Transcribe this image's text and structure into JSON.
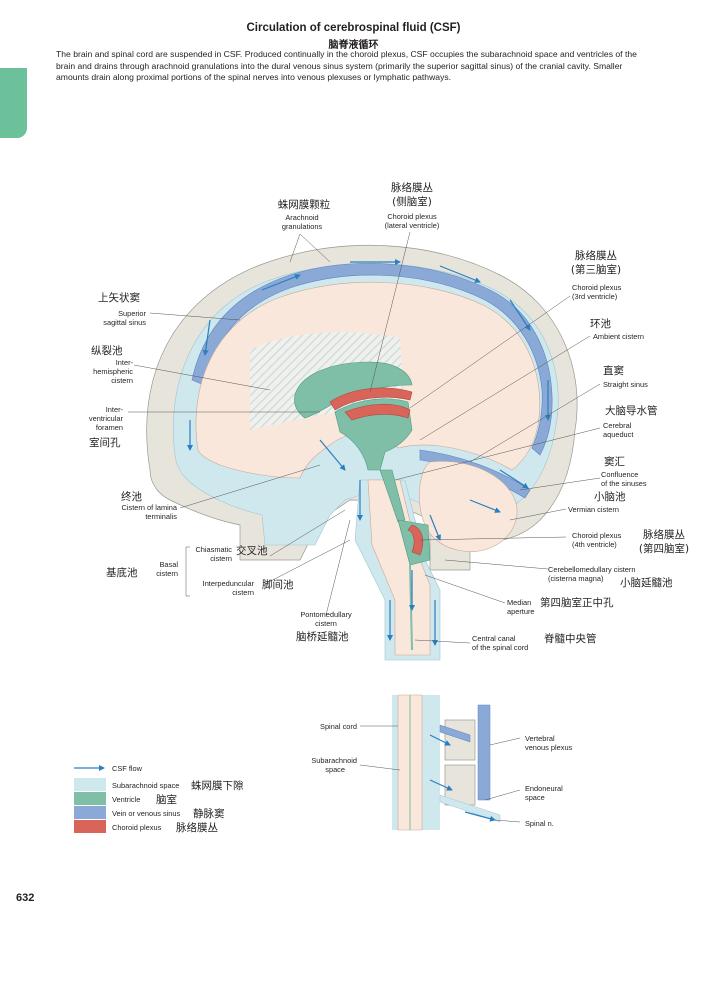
{
  "header": {
    "title": "Circulation of cerebrospinal fluid (CSF)",
    "title_cn": "脑脊液循环",
    "intro": "The brain and spinal cord are suspended in CSF. Produced continually in the choroid plexus, CSF occupies the subarachnoid space and ventricles of the brain and drains through arachnoid granulations into the dural venous sinus system (primarily the superior sagittal sinus) of the cranial cavity. Smaller amounts drain along proximal portions of the spinal nerves into venous plexuses or lymphatic pathways."
  },
  "colors": {
    "subarachnoid": "#cfe8ee",
    "ventricle": "#7fbfa8",
    "vein": "#8aa9d6",
    "choroid": "#d9645a",
    "flow": "#2a7fc0",
    "brain": "#fae7dc",
    "tab": "#6cc19a"
  },
  "labels": {
    "arachnoid_granulations": {
      "cn": "蛛网膜颗粒",
      "l1": "Arachnoid",
      "l2": "granulations"
    },
    "choroid_lateral": {
      "cn1": "脉络膜丛",
      "cn2": "(侧脑室)",
      "l1": "Choroid plexus",
      "l2": "(lateral ventricle)"
    },
    "choroid_third": {
      "cn1": "脉络膜丛",
      "cn2": "(第三脑室)",
      "l1": "Choroid plexus",
      "l2": "(3rd ventricle)"
    },
    "superior_sagittal": {
      "cn": "上矢状窦",
      "l1": "Superior",
      "l2": "sagittal sinus"
    },
    "ambient": {
      "cn": "环池",
      "l1": "Ambient cistern"
    },
    "interhemispheric": {
      "cn": "纵裂池",
      "l1": "Inter-",
      "l2": "hemispheric",
      "l3": "cistern"
    },
    "straight_sinus": {
      "cn": "直窦",
      "l1": "Straight sinus"
    },
    "interventricular": {
      "l1": "Inter-",
      "l2": "ventricular",
      "l3": "foramen",
      "cn": "室间孔"
    },
    "cerebral_aqueduct": {
      "cn": "大脑导水管",
      "l1": "Cerebral",
      "l2": "aqueduct"
    },
    "confluence": {
      "cn": "窦汇",
      "l1": "Confluence",
      "l2": "of the sinuses"
    },
    "lamina_terminalis": {
      "cn": "终池",
      "l1": "Cistern of lamina",
      "l2": "terminalis"
    },
    "vermian": {
      "cn": "小脑池",
      "l1": "Vermian cistern"
    },
    "choroid_fourth": {
      "l1": "Choroid plexus",
      "l2": "(4th ventricle)",
      "cn1": "脉络膜丛",
      "cn2": "(第四脑室)"
    },
    "basal": {
      "cn": "基底池",
      "l1": "Basal",
      "l2": "cistern"
    },
    "chiasmatic": {
      "l1": "Chiasmatic",
      "l2": "cistern",
      "cn": "交叉池"
    },
    "interpeduncular": {
      "l1": "Interpeduncular",
      "l2": "cistern",
      "cn": "脚间池"
    },
    "cerebellomedullary": {
      "l1": "Cerebellomedullary cistern",
      "l2": "(cisterna magna)",
      "cn": "小脑延髓池"
    },
    "median_aperture": {
      "l1": "Median",
      "l2": "aperture",
      "cn": "第四脑室正中孔"
    },
    "pontomedullary": {
      "l1": "Pontomedullary",
      "l2": "cistern",
      "cn": "脑桥延髓池"
    },
    "central_canal": {
      "l1": "Central canal",
      "l2": "of the spinal cord",
      "cn": "脊髓中央管"
    },
    "spinal_cord": {
      "l1": "Spinal cord"
    },
    "subarachnoid_space": {
      "l1": "Subarachnoid",
      "l2": "space"
    },
    "vertebral_plexus": {
      "l1": "Vertebral",
      "l2": "venous plexus"
    },
    "endoneural": {
      "l1": "Endoneural",
      "l2": "space"
    },
    "spinal_n": {
      "l1": "Spinal n."
    }
  },
  "legend": [
    {
      "label": "CSF flow",
      "cn": "",
      "kind": "arrow",
      "color": "#2a7fc0"
    },
    {
      "label": "Subarachnoid space",
      "cn": "蛛网膜下隙",
      "kind": "swatch",
      "color": "#cfe8ee"
    },
    {
      "label": "Ventricle",
      "cn": "脑室",
      "kind": "swatch",
      "color": "#7fbfa8"
    },
    {
      "label": "Vein or venous sinus",
      "cn": "静脉窦",
      "kind": "swatch",
      "color": "#8aa9d6"
    },
    {
      "label": "Choroid plexus",
      "cn": "脉络膜丛",
      "kind": "swatch",
      "color": "#d9645a"
    }
  ],
  "page_number": "632"
}
